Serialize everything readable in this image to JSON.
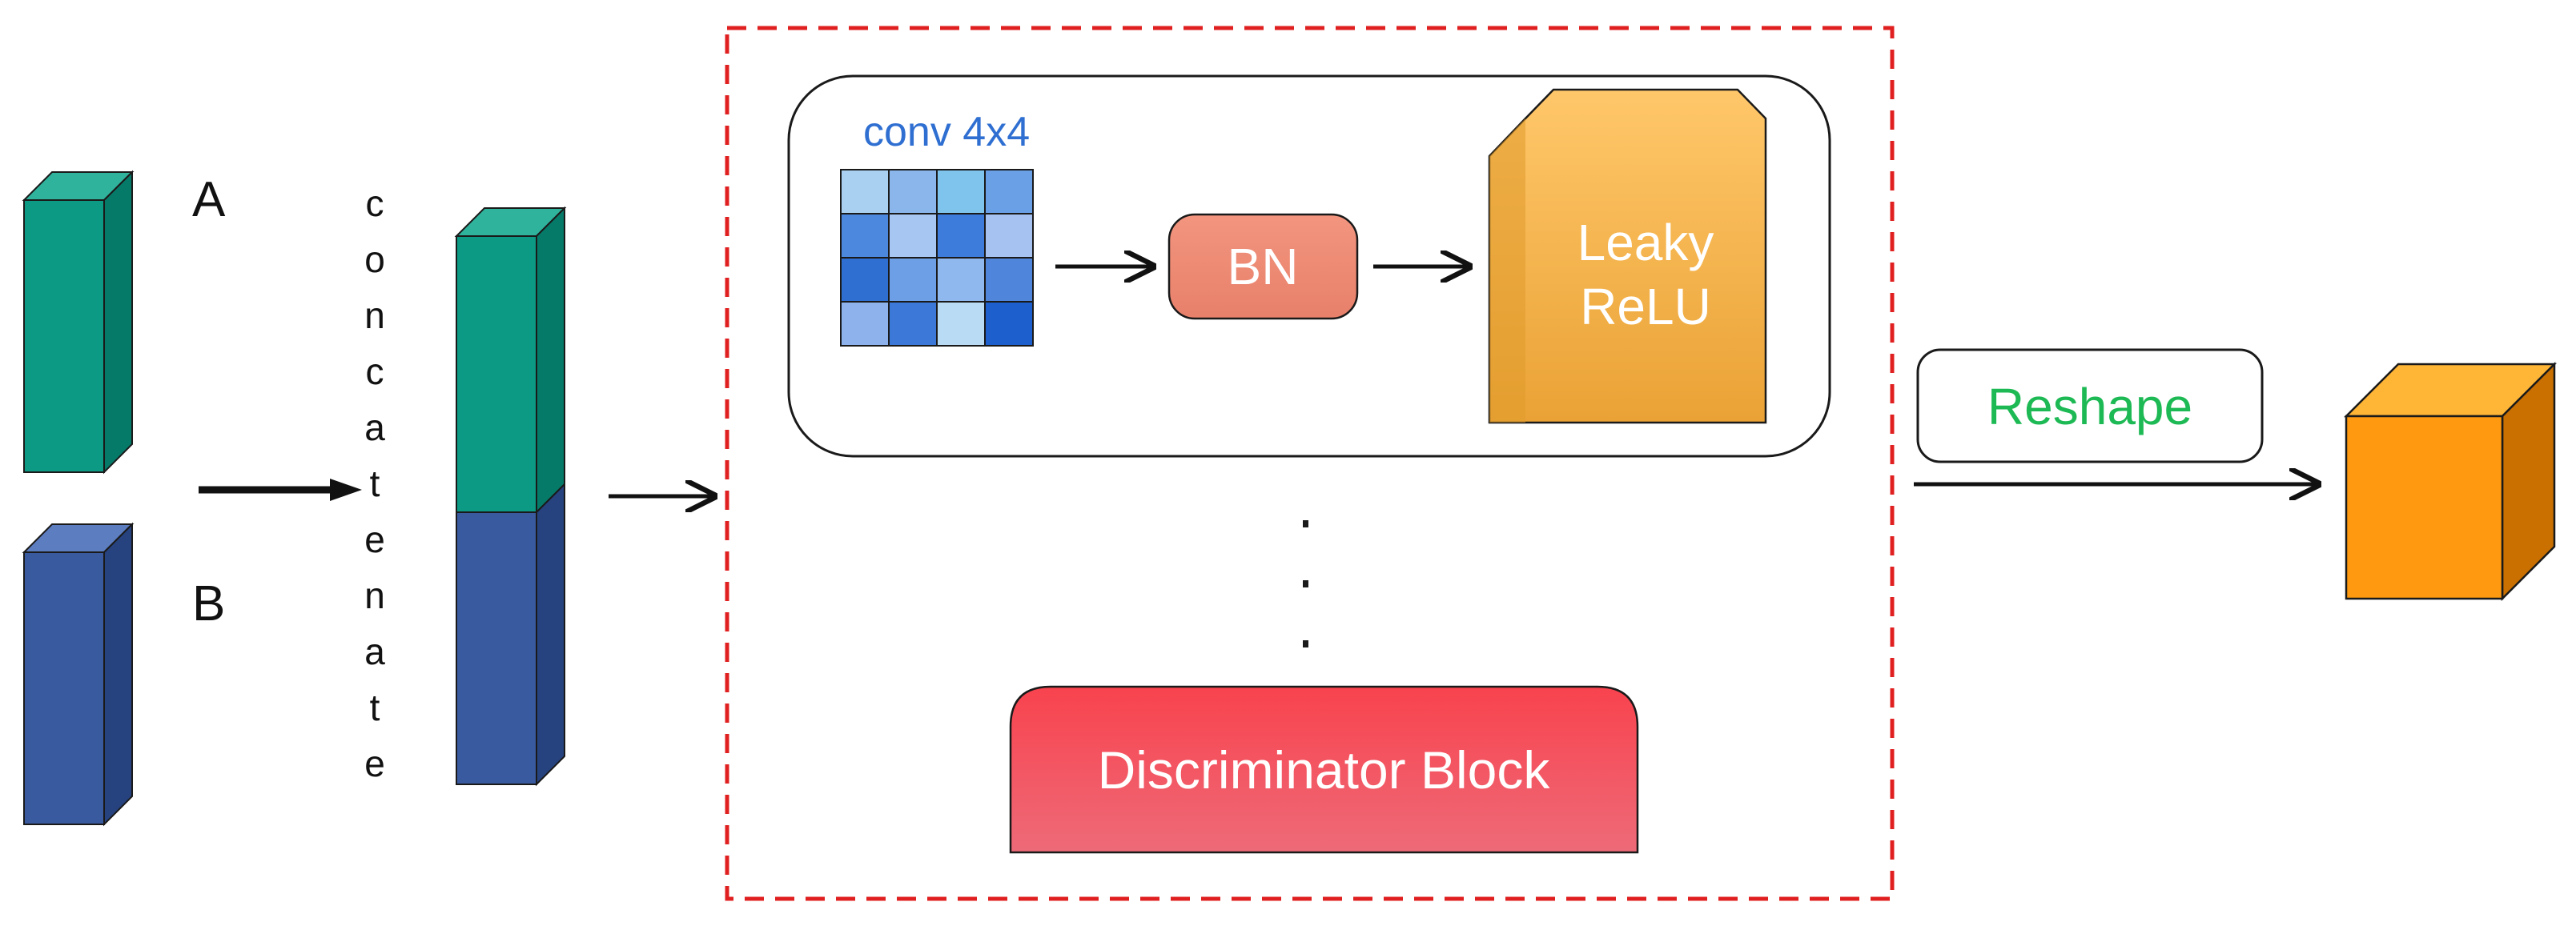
{
  "inputs": {
    "a_label": "A",
    "b_label": "B",
    "concat_letters": [
      "c",
      "o",
      "n",
      "c",
      "a",
      "t",
      "e",
      "n",
      "a",
      "t",
      "e"
    ]
  },
  "block": {
    "conv_label": "conv 4x4",
    "bn_label": "BN",
    "relu_line1": "Leaky",
    "relu_line2": "ReLU",
    "disc_label": "Discriminator Block"
  },
  "output": {
    "reshape_label": "Reshape"
  },
  "colors": {
    "teal": "#0C9A85",
    "navy": "#3A5AA0",
    "conv_blue": "#2F6FD1",
    "bn_salmon": "#EE8A72",
    "relu_orange": "#F3AE45",
    "disc_red": "#F05560",
    "dashed_red": "#E02020",
    "reshape_green": "#1DB954",
    "out_orange": "#FF9A10"
  }
}
